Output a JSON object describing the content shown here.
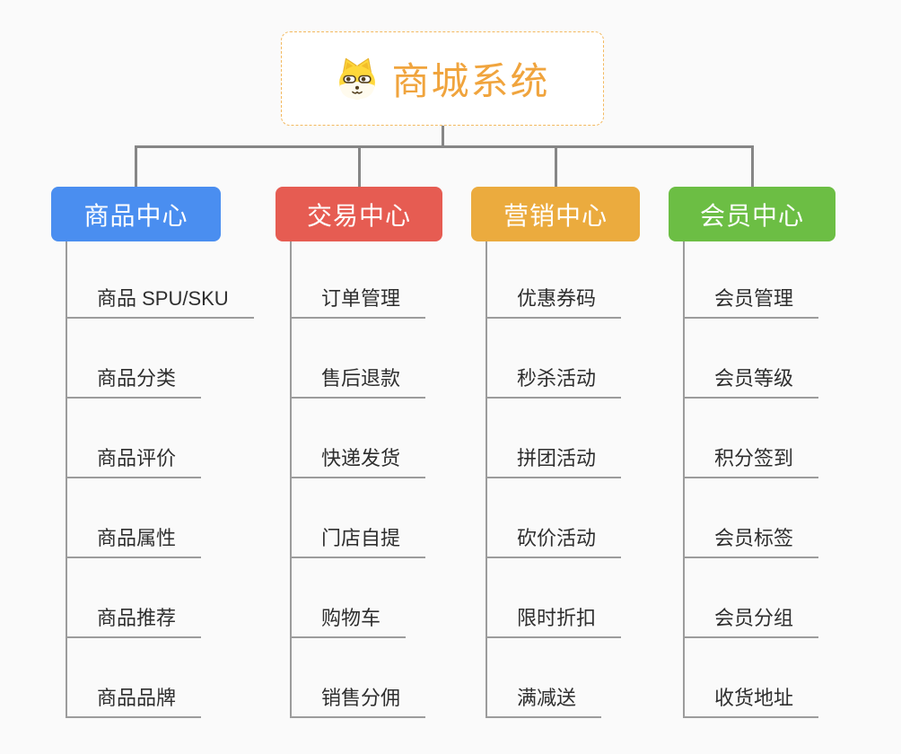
{
  "root": {
    "title": "商城系统",
    "title_color": "#f0a43d",
    "border_color": "#f3b95f",
    "icon": "dog-face-icon"
  },
  "branches": [
    {
      "label": "商品中心",
      "color": "#4a8ef0",
      "children": [
        "商品 SPU/SKU",
        "商品分类",
        "商品评价",
        "商品属性",
        "商品推荐",
        "商品品牌"
      ]
    },
    {
      "label": "交易中心",
      "color": "#e65c52",
      "children": [
        "订单管理",
        "售后退款",
        "快递发货",
        "门店自提",
        "购物车",
        "销售分佣"
      ]
    },
    {
      "label": "营销中心",
      "color": "#ebab3e",
      "children": [
        "优惠券码",
        "秒杀活动",
        "拼团活动",
        "砍价活动",
        "限时折扣",
        "满减送"
      ]
    },
    {
      "label": "会员中心",
      "color": "#6cbe44",
      "children": [
        "会员管理",
        "会员等级",
        "积分签到",
        "会员标签",
        "会员分组",
        "收货地址"
      ]
    }
  ],
  "colors": {
    "connector": "#868686",
    "leaf_line": "#9c9c9c",
    "leaf_text": "#2e2e2e",
    "canvas_background": "#fafafa"
  }
}
